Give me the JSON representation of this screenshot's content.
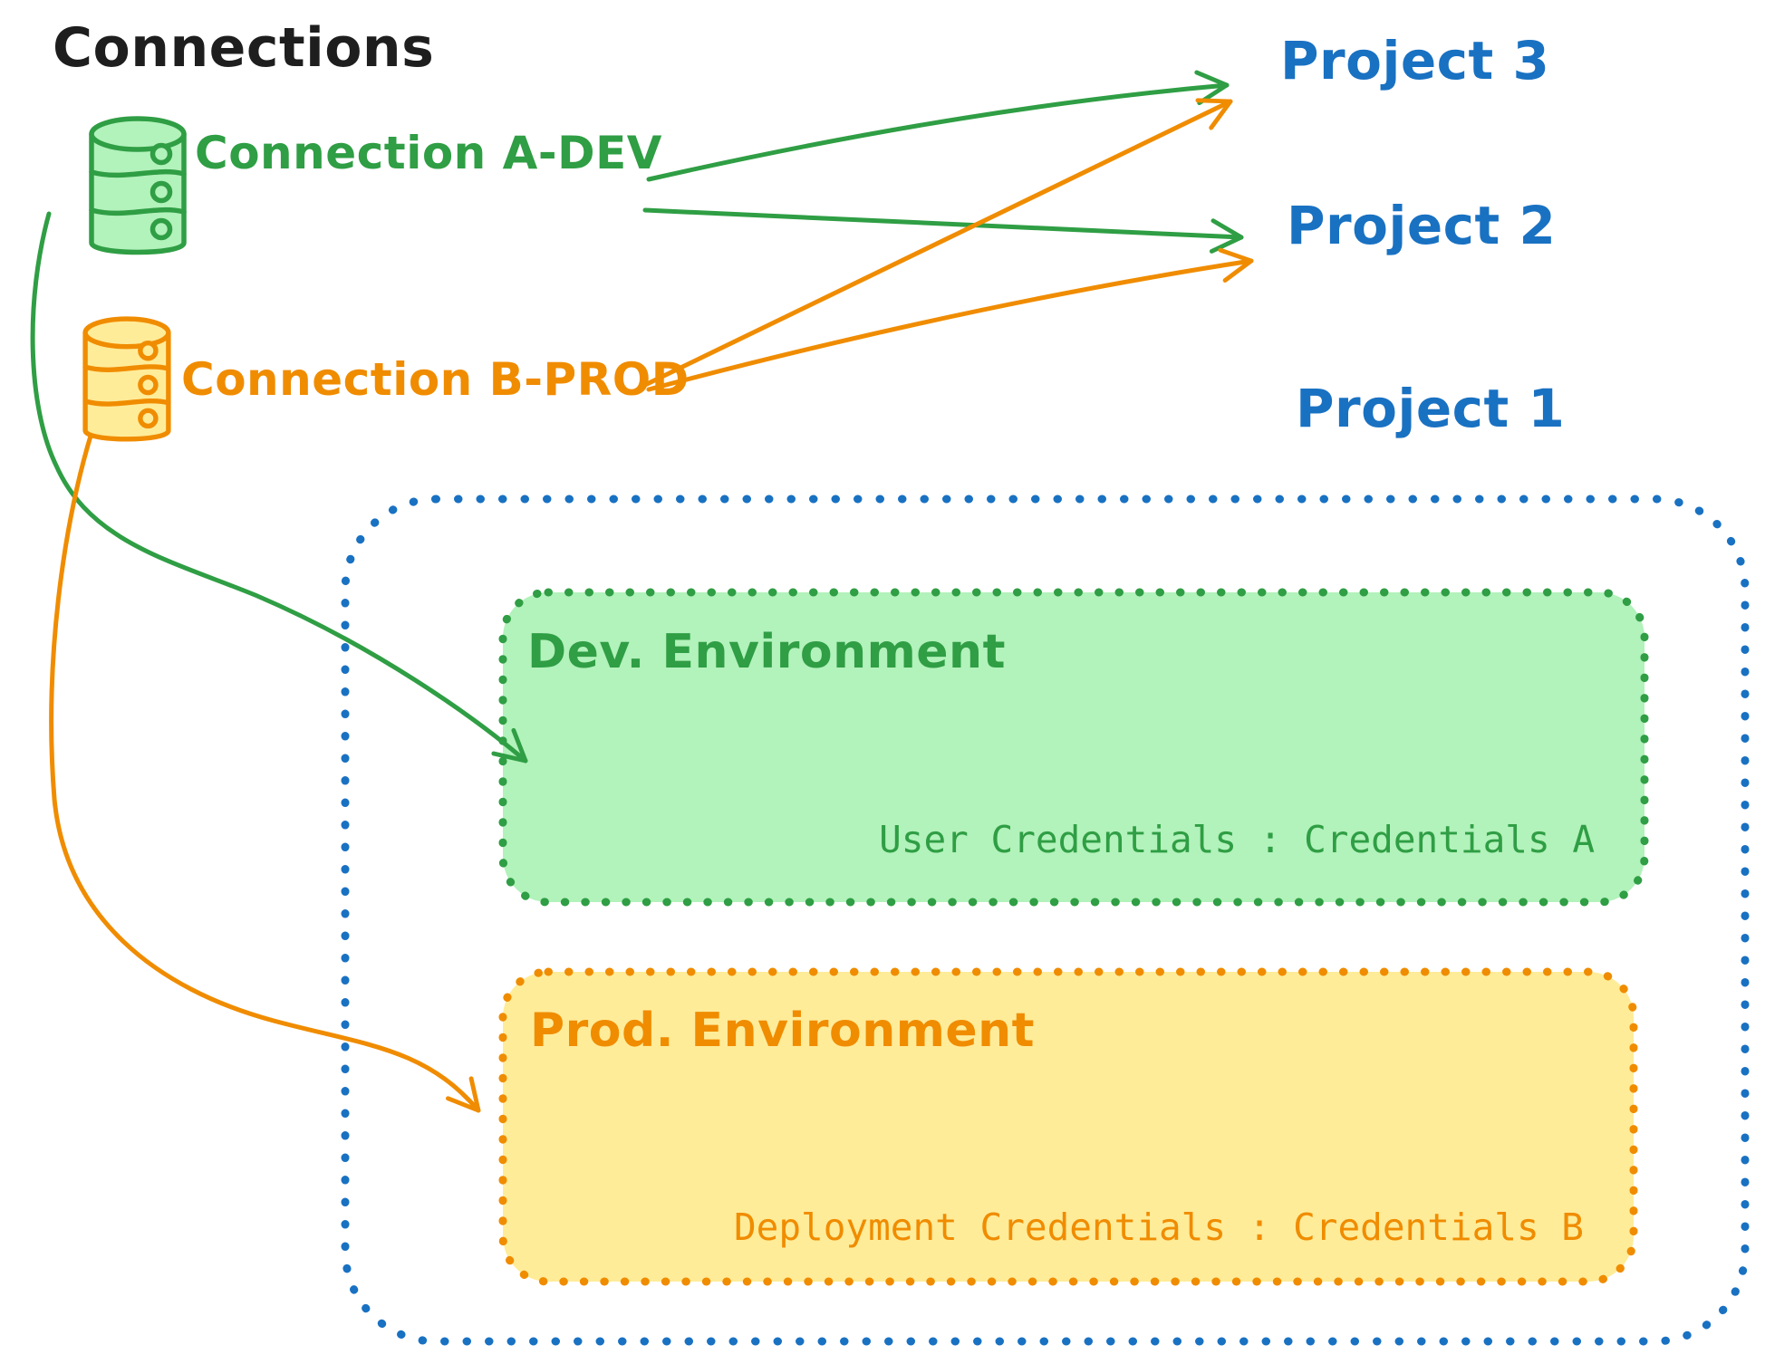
{
  "title": "Connections",
  "colors": {
    "black": "#1e1e1e",
    "green": "#2f9e44",
    "green-fill": "#b2f2bb",
    "orange": "#f08c00",
    "orange-fill": "#ffec99",
    "blue": "#1971c2"
  },
  "connections": [
    {
      "label": "Connection A-DEV",
      "icon": "database-icon",
      "color": "#2f9e44"
    },
    {
      "label": "Connection B-PROD",
      "icon": "database-icon",
      "color": "#f08c00"
    }
  ],
  "projects": [
    {
      "label": "Project 3"
    },
    {
      "label": "Project 2"
    },
    {
      "label": "Project 1"
    }
  ],
  "environments": [
    {
      "title": "Dev. Environment",
      "credentials": "User Credentials : Credentials A",
      "color": "#2f9e44"
    },
    {
      "title": "Prod. Environment",
      "credentials": "Deployment Credentials : Credentials B",
      "color": "#f08c00"
    }
  ]
}
